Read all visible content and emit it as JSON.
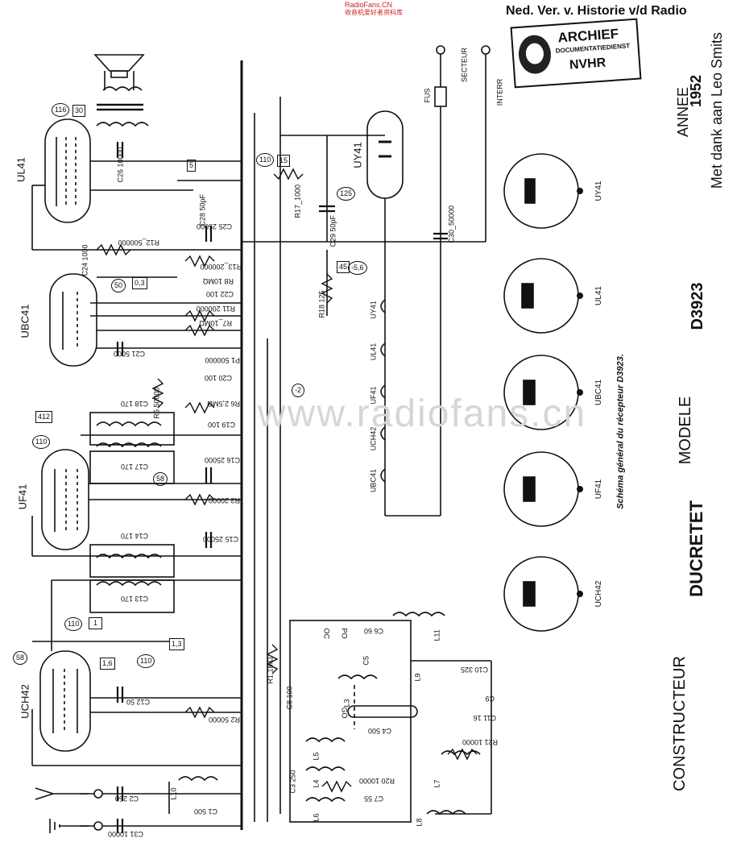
{
  "watermark_top": "RadioFans.CN",
  "watermark_top_cn": "收音机爱好者资料库",
  "header_org": "Ned. Ver. v. Historie v/d Radio",
  "stamp": {
    "title": "ARCHIEF",
    "subtitle": "DOCUMENTATIEDIENST",
    "org": "NVHR"
  },
  "side_text": {
    "annee": "ANNEE",
    "year": "1952",
    "thanks": "Met dank aan Leo Smits"
  },
  "model_label": "MODELE",
  "model": "D3923",
  "constructor_label": "CONSTRUCTEUR",
  "constructor": "DUCRETET",
  "caption": "Schéma général du récepteur D3923.",
  "watermark_center": "www.radiofans.cn",
  "tubes": [
    "UL41",
    "UBC41",
    "UF41",
    "UCH42",
    "UY41"
  ],
  "pinout_labels": [
    "UY41",
    "UL41",
    "UBC41",
    "UF41",
    "UCH42"
  ],
  "heater_labels": [
    "UY41",
    "UL41",
    "UF41",
    "UCH42",
    "UBC41"
  ],
  "mains": {
    "secteur": "SECTEUR",
    "interr": "INTERR",
    "fus": "FUS"
  },
  "components": [
    "C26 10000",
    "C28 50pF",
    "R17_1000",
    "C29 50pF",
    "C30_50000",
    "R12_500000",
    "C25 25000",
    "R13_200000",
    "R8 10MΩ",
    "C22 100",
    "R11 200000",
    "R7_10MΩ",
    "R18 125",
    "C21 5000",
    "P1 500000",
    "C20 100",
    "R5 50000",
    "R6 2,5MΩ",
    "C19 100",
    "C18 170",
    "C17 170",
    "C16 25000",
    "R3 20000",
    "C14 170",
    "C15 25000",
    "C13 170",
    "C24 1000",
    "R1 1MΩ",
    "C8 100",
    "C12 50",
    "R2 50000",
    "C6 60",
    "C5",
    "L3",
    "L9",
    "L11",
    "C10 325",
    "C9",
    "C11 16",
    "R21 10000",
    "C4 500",
    "L5",
    "L4",
    "R20 10000",
    "C7 55",
    "L6",
    "C3 250",
    "L7",
    "L8",
    "L10",
    "C2 250",
    "C1 500",
    "C31 10000"
  ],
  "bands": [
    "OC",
    "PO",
    "GO"
  ],
  "node_values": [
    "116",
    "30",
    "110",
    "15",
    "125",
    "5",
    "50",
    "0,3",
    "45",
    "-5,6",
    "-2",
    "412",
    "110",
    "58",
    "110",
    "1",
    "58",
    "1,6",
    "110",
    "1,3"
  ]
}
